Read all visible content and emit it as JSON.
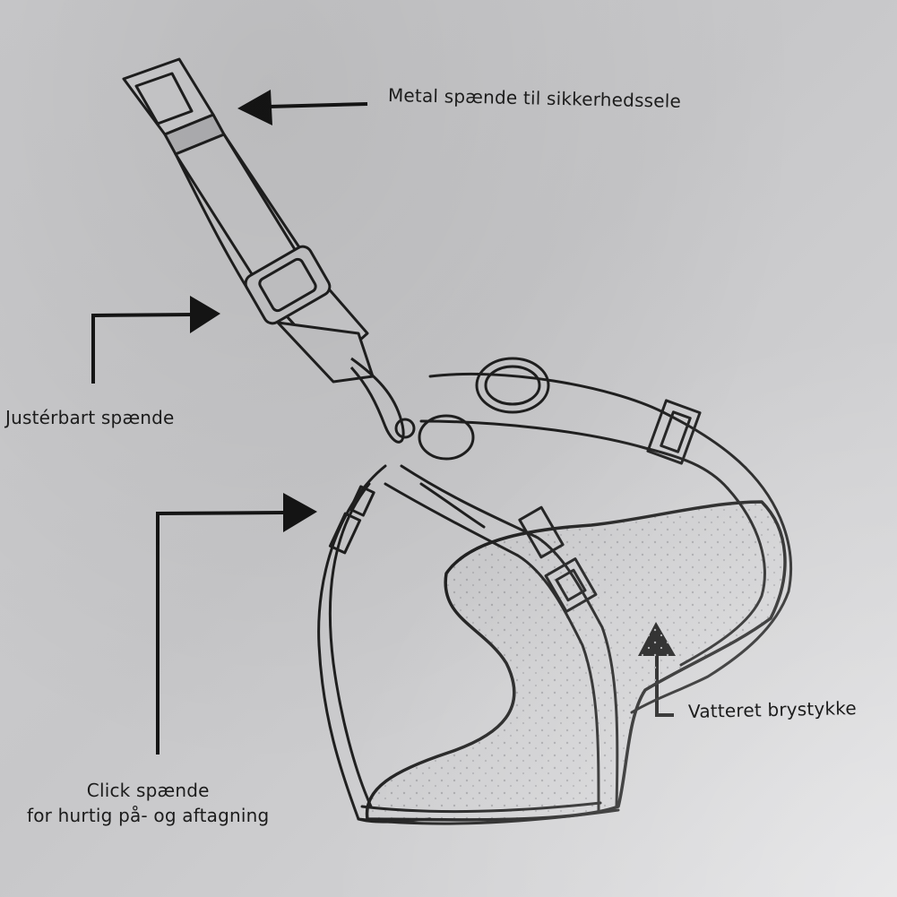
{
  "labels": {
    "metal_buckle": "Metal spænde til sikkerhedssele",
    "adjustable_buckle": "Justérbart spænde",
    "click_buckle_line1": "Click spænde",
    "click_buckle_line2": "for hurtig på- og aftagning",
    "padded_chest": "Vatteret brystykke"
  }
}
